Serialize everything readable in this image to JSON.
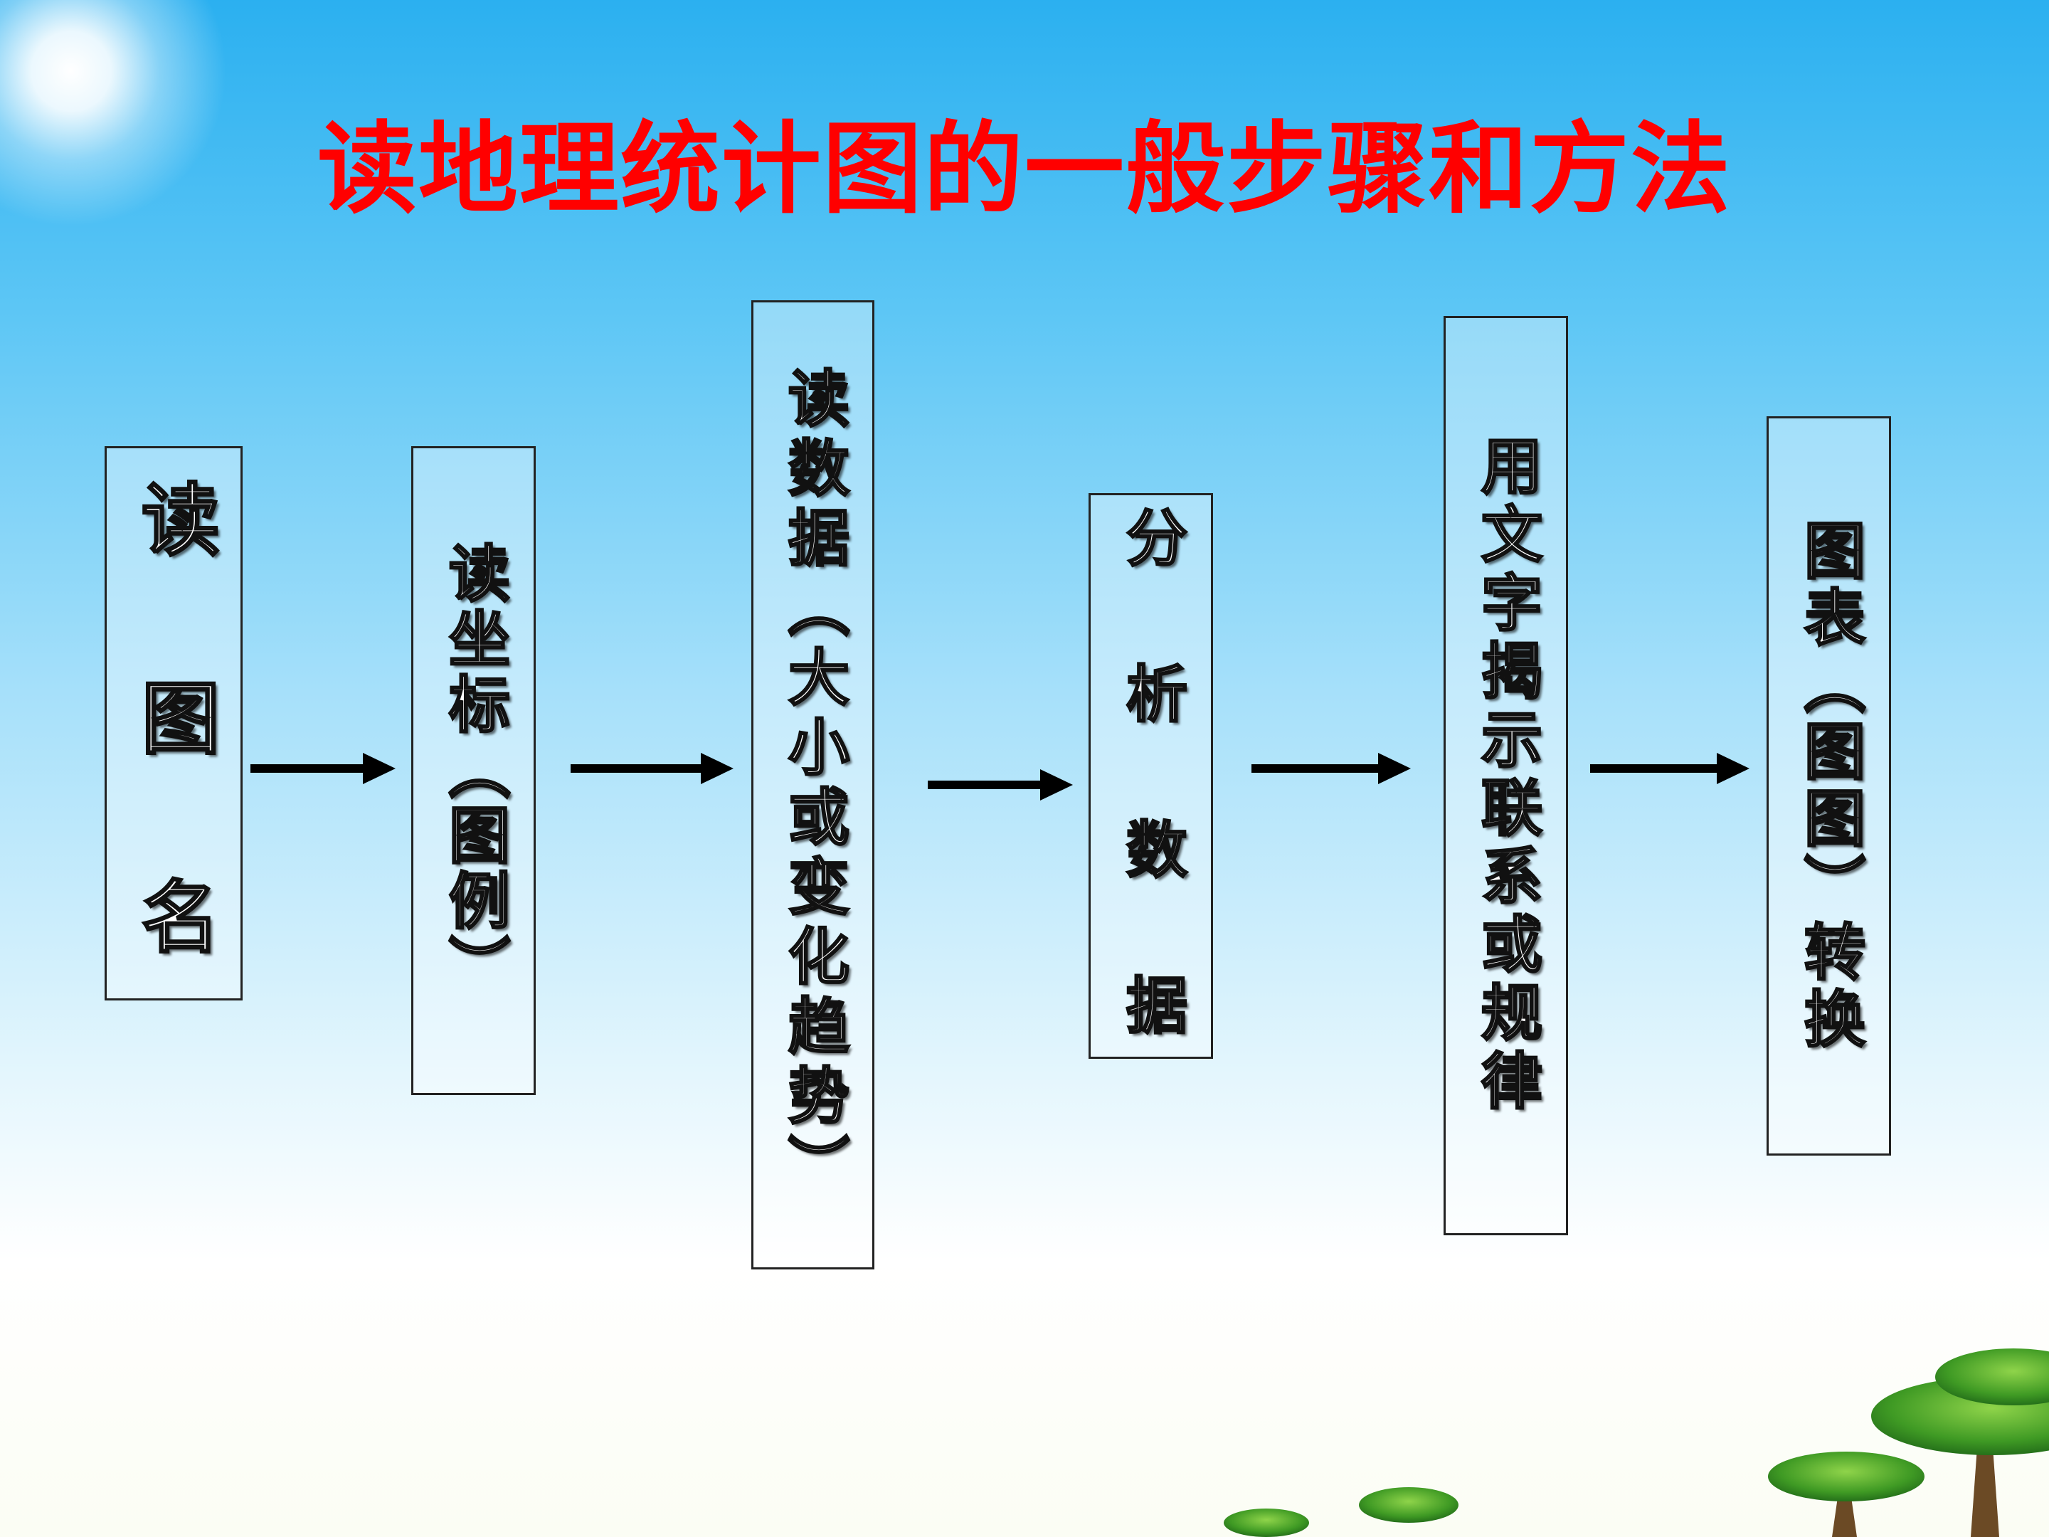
{
  "title": "读地理统计图的一般步骤和方法",
  "steps": [
    {
      "label": "读 图 名"
    },
    {
      "label": "读坐标（图例）"
    },
    {
      "label": "读数据（大小或变化趋势）"
    },
    {
      "label": "分 析 数 据"
    },
    {
      "label": "用文字揭示联系或规律"
    },
    {
      "label": "图表（图图）转换"
    }
  ],
  "colors": {
    "title": "#ff0000",
    "arrow": "#000000",
    "box_border": "#222222"
  }
}
